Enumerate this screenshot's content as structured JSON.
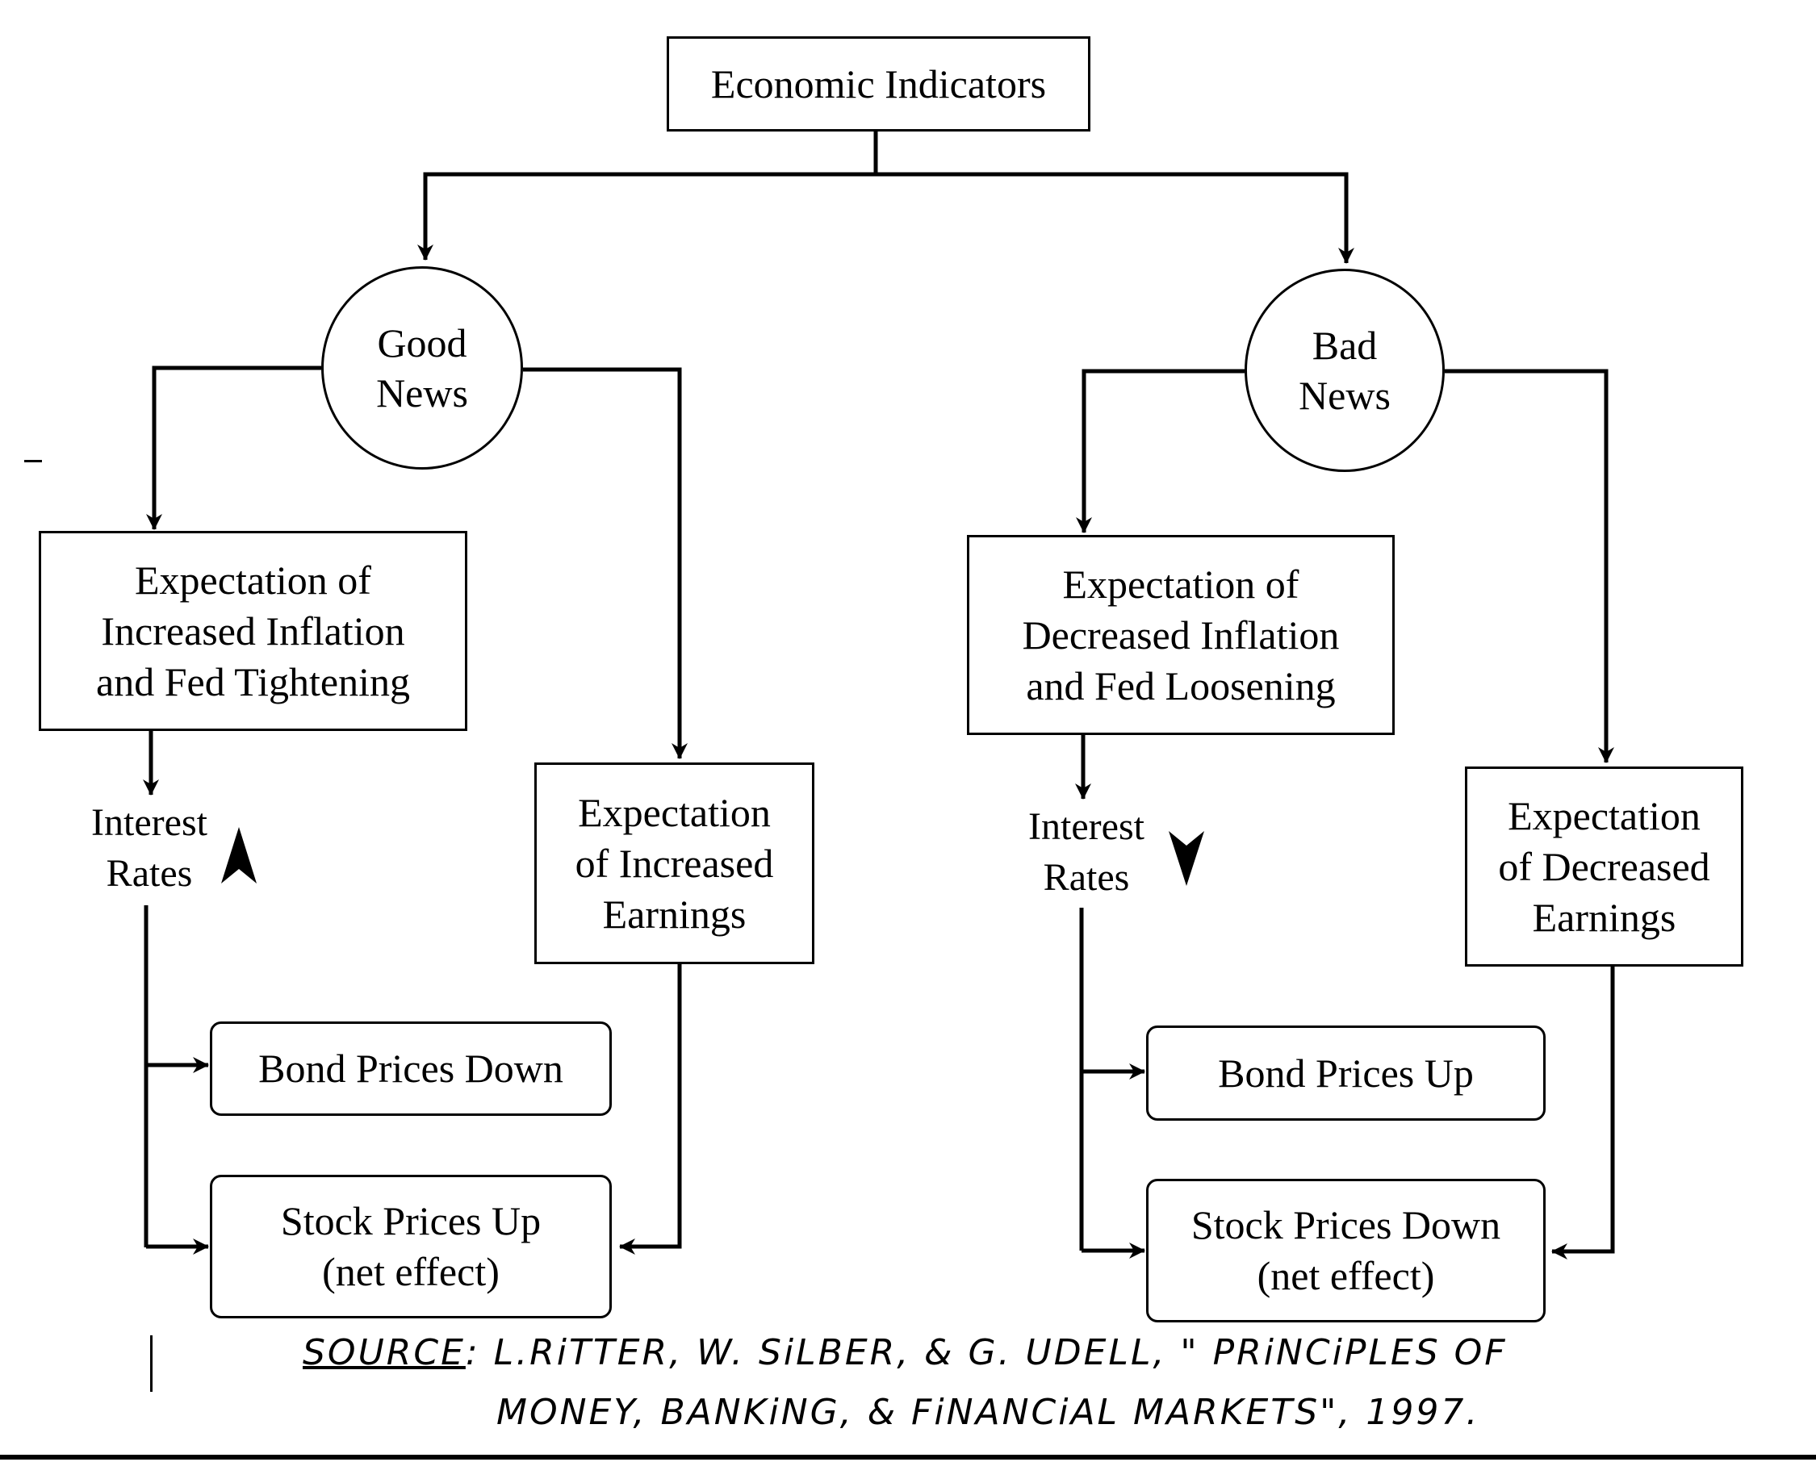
{
  "diagram": {
    "root": "Economic Indicators",
    "good_news": {
      "label_lines": [
        "Good",
        "News"
      ],
      "policy_box_lines": [
        "Expectation of",
        "Increased Inflation",
        "and Fed Tightening"
      ],
      "rates_lines": [
        "Interest",
        "Rates"
      ],
      "rates_direction": "up",
      "earnings_box_lines": [
        "Expectation",
        "of Increased",
        "Earnings"
      ],
      "bond_box": "Bond Prices Down",
      "stock_box_lines": [
        "Stock Prices Up",
        "(net effect)"
      ]
    },
    "bad_news": {
      "label_lines": [
        "Bad",
        "News"
      ],
      "policy_box_lines": [
        "Expectation of",
        "Decreased Inflation",
        "and Fed Loosening"
      ],
      "rates_lines": [
        "Interest",
        "Rates"
      ],
      "rates_direction": "down",
      "earnings_box_lines": [
        "Expectation",
        "of Decreased",
        "Earnings"
      ],
      "bond_box": "Bond Prices Up",
      "stock_box_lines": [
        "Stock Prices Down",
        "(net effect)"
      ]
    },
    "source": {
      "prefix": "SOURCE",
      "line1": ": L.RiTTER, W. SiLBER, & G. UDELL, \" PRiNCiPLES OF",
      "line2": "MONEY, BANKiNG, & FiNANCiAL MARKETS\", 1997."
    },
    "edges": [
      [
        "Economic Indicators",
        "Good News"
      ],
      [
        "Economic Indicators",
        "Bad News"
      ],
      [
        "Good News",
        "Expectation of Increased Inflation and Fed Tightening"
      ],
      [
        "Good News",
        "Expectation of Increased Earnings"
      ],
      [
        "Expectation of Increased Inflation and Fed Tightening",
        "Interest Rates (up)"
      ],
      [
        "Interest Rates (up)",
        "Bond Prices Down"
      ],
      [
        "Interest Rates (up)",
        "Stock Prices Up (net effect)"
      ],
      [
        "Expectation of Increased Earnings",
        "Stock Prices Up (net effect)"
      ],
      [
        "Bad News",
        "Expectation of Decreased Inflation and Fed Loosening"
      ],
      [
        "Bad News",
        "Expectation of Decreased Earnings"
      ],
      [
        "Expectation of Decreased Inflation and Fed Loosening",
        "Interest Rates (down)"
      ],
      [
        "Interest Rates (down)",
        "Bond Prices Up"
      ],
      [
        "Interest Rates (down)",
        "Stock Prices Down (net effect)"
      ],
      [
        "Expectation of Decreased Earnings",
        "Stock Prices Down (net effect)"
      ]
    ]
  }
}
